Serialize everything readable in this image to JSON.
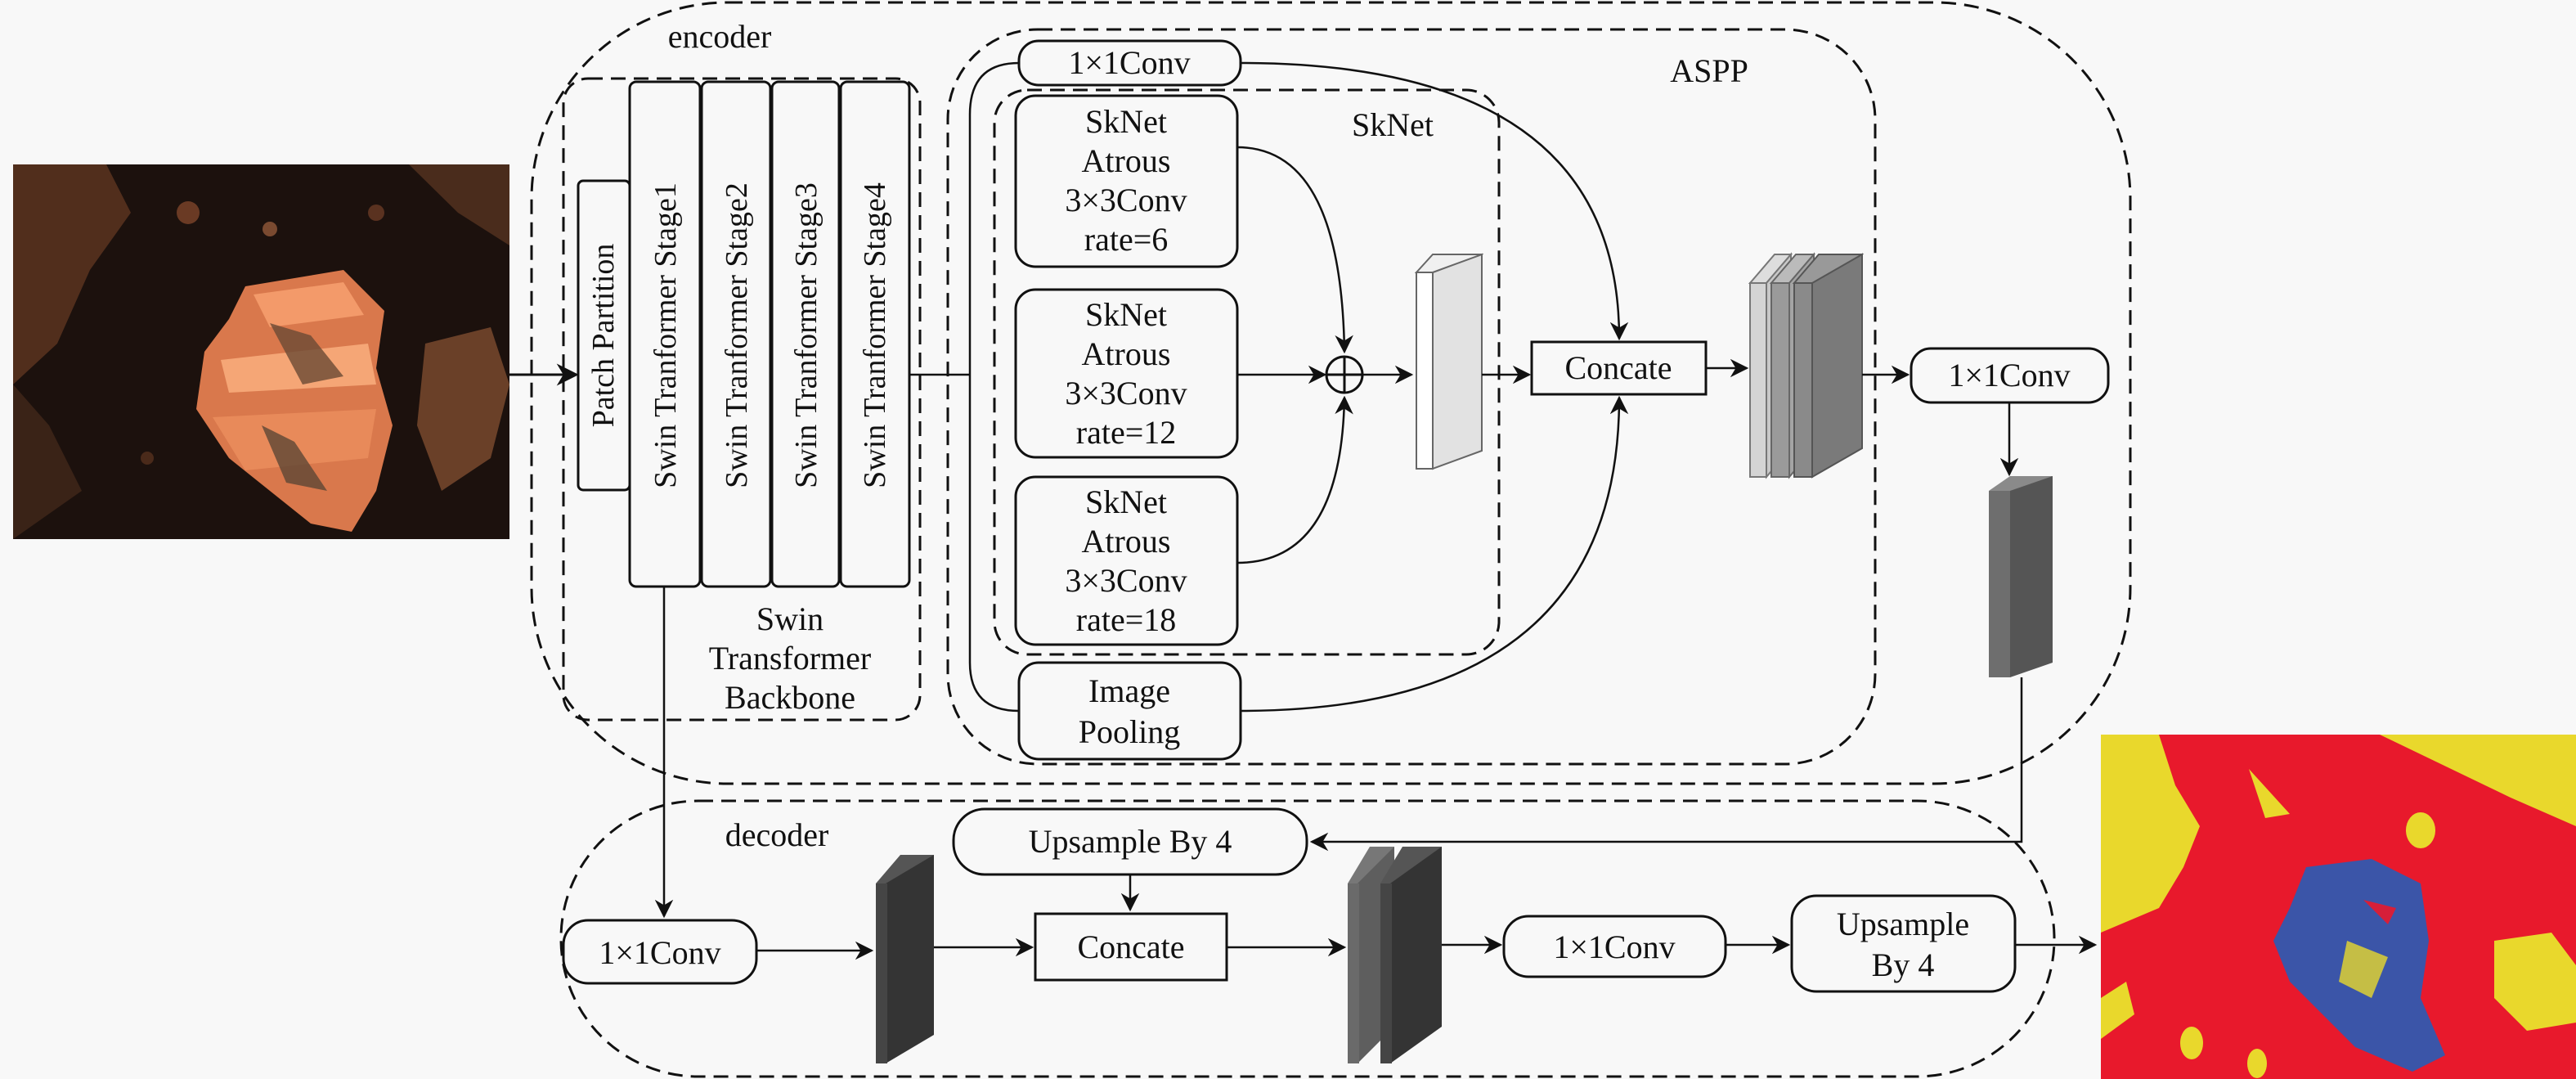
{
  "figure": {
    "title": "Swin Transformer + SkNet-ASPP encoder-decoder segmentation network",
    "input_image": {
      "label": "input-rock-image",
      "palette": [
        "#1a0f0c",
        "#3a2418",
        "#e0875a",
        "#f5a070",
        "#7a4a34"
      ]
    },
    "output_image": {
      "label": "segmentation-mask",
      "palette": [
        "#e8192c",
        "#e9d82c",
        "#3b55a8"
      ]
    }
  },
  "encoder": {
    "label": "encoder",
    "backbone": {
      "label_lines": [
        "Swin",
        "Transformer",
        "Backbone"
      ],
      "patch_partition": "Patch Partition",
      "stages": [
        "Swin Tranformer Stage1",
        "Swin Tranformer Stage2",
        "Swin Tranformer Stage3",
        "Swin Tranformer Stage4"
      ]
    },
    "aspp": {
      "label": "ASPP",
      "conv1x1": "1×1Conv",
      "sknet": {
        "label": "SkNet",
        "branches": [
          [
            "SkNet",
            "Atrous",
            "3×3Conv",
            "rate=6"
          ],
          [
            "SkNet",
            "Atrous",
            "3×3Conv",
            "rate=12"
          ],
          [
            "SkNet",
            "Atrous",
            "3×3Conv",
            "rate=18"
          ]
        ],
        "merge_symbol": "⊕"
      },
      "image_pooling": [
        "Image",
        "Pooling"
      ],
      "concat": "Concate"
    },
    "post_conv": "1×1Conv"
  },
  "decoder": {
    "label": "decoder",
    "upsample_top": "Upsample By 4",
    "low_level_conv": "1×1Conv",
    "concat": "Concate",
    "final_conv": "1×1Conv",
    "upsample_final": [
      "Upsample",
      "By 4"
    ]
  },
  "colors": {
    "stroke": "#111111",
    "background": "#f8f8f8",
    "block_light_front": "#ffffff",
    "block_light_side": "#e2e2e2",
    "block_mid": "#9a9a9a",
    "block_gray": "#7a7a7a",
    "block_dark": "#5a5a5a",
    "block_darker": "#343434"
  }
}
